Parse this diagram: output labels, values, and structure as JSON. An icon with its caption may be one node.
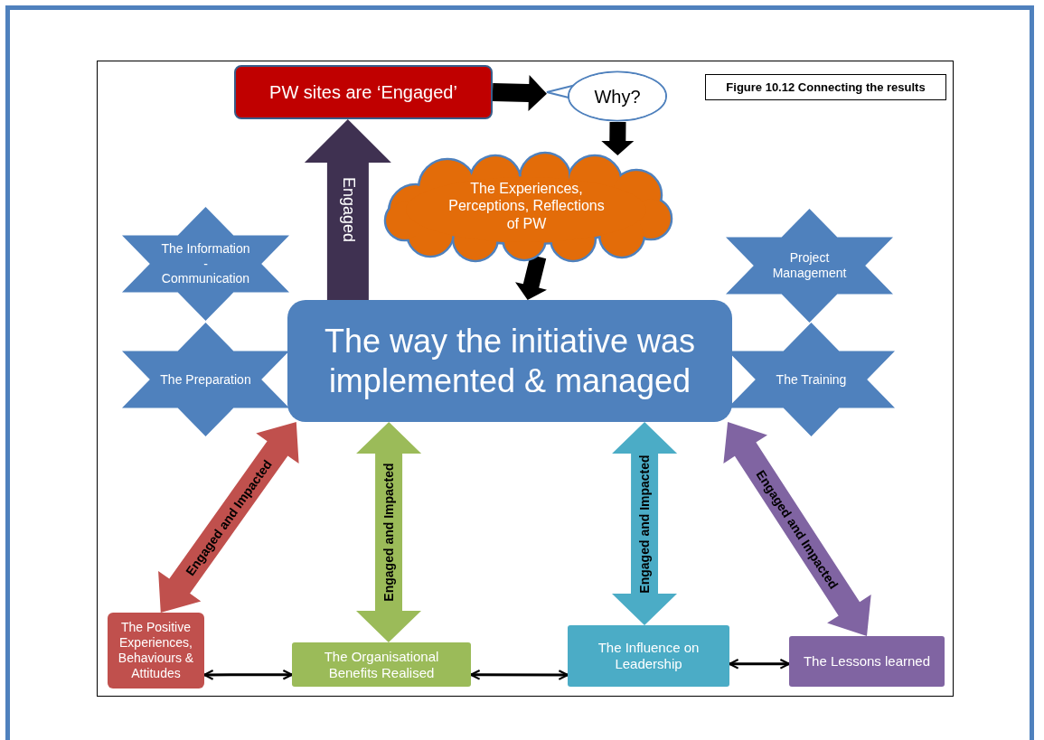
{
  "diagram": {
    "title": "Figure 10.12 Connecting the results",
    "nodes": [
      {
        "text": [
          "PW sites are ‘Engaged’"
        ]
      },
      {
        "text": [
          "Why?"
        ]
      },
      {
        "text": [
          "The Experiences, Perceptions, Reflections of PW"
        ]
      },
      {
        "text": [
          "The Information - Communication"
        ]
      },
      {
        "text": [
          "Project Management"
        ]
      },
      {
        "text": [
          "The way the initiative was implemented & managed"
        ]
      },
      {
        "text": [
          "The Preparation"
        ]
      },
      {
        "text": [
          "The Training"
        ]
      },
      {
        "text": [
          "The Positive Experiences, Behaviours & Attitudes"
        ]
      },
      {
        "text": [
          "The Organisational Benefits Realised"
        ]
      },
      {
        "text": [
          "The Influence on Leadership"
        ]
      },
      {
        "text": [
          "The Lessons learned"
        ]
      }
    ],
    "edges": [
      {
        "from": 0,
        "to": 1,
        "arrow": "to",
        "style": "thick"
      },
      {
        "from": 1,
        "to": 2,
        "arrow": "to",
        "style": "thick"
      },
      {
        "from": 2,
        "to": 5,
        "arrow": "to",
        "style": "thick"
      },
      {
        "from": 5,
        "to": 0,
        "arrow": "to",
        "style": "thick",
        "color": "#3f3151",
        "label": "Engaged"
      },
      {
        "from": 5,
        "to": 8,
        "arrow": "both",
        "style": "thick",
        "color": "#c0504d",
        "label": "Engaged and Impacted"
      },
      {
        "from": 5,
        "to": 9,
        "arrow": "both",
        "style": "thick",
        "color": "#9bbb59",
        "label": "Engaged and Impacted"
      },
      {
        "from": 5,
        "to": 10,
        "arrow": "both",
        "style": "thick",
        "color": "#4bacc6",
        "label": "Engaged and Impacted"
      },
      {
        "from": 5,
        "to": 11,
        "arrow": "both",
        "style": "thick",
        "color": "#8064a2",
        "label": "Engaged and Impacted"
      },
      {
        "from": 8,
        "to": 9,
        "arrow": "both"
      },
      {
        "from": 9,
        "to": 10,
        "arrow": "both"
      },
      {
        "from": 10,
        "to": 11,
        "arrow": "both"
      }
    ]
  }
}
